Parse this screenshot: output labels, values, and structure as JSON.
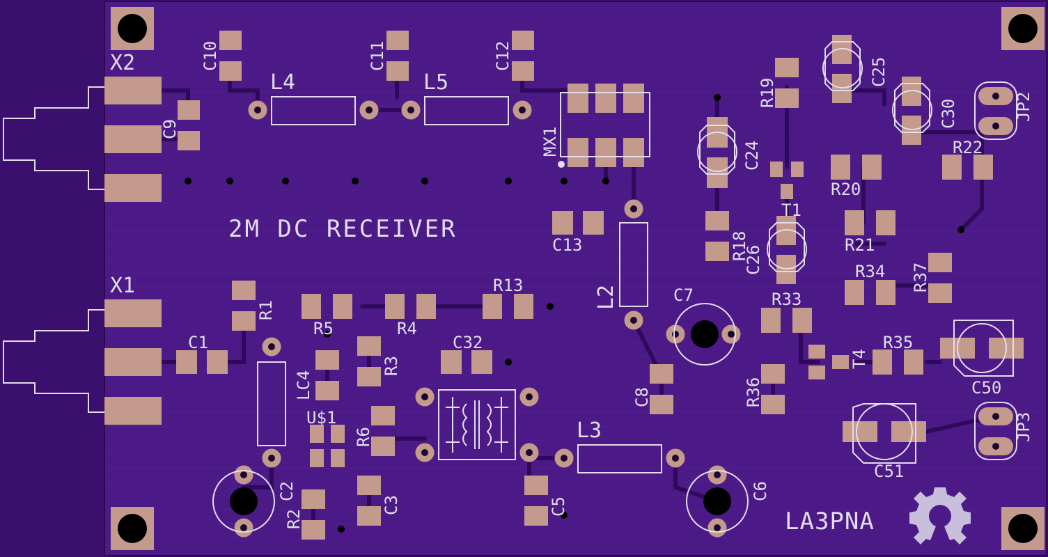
{
  "colors": {
    "background": "#3a0f6e",
    "board": "#4b1a86",
    "trace": "#5a2597",
    "pad": "#c49a8c",
    "silk": "#e2ddec",
    "drill": "#000000"
  },
  "title": "2M DC RECEIVER",
  "author": "LA3PNA",
  "logo_icon": "open-hardware-gear-icon",
  "labels": {
    "X2": "X2",
    "X1": "X1",
    "C10": "C10",
    "C11": "C11",
    "C12": "C12",
    "L4": "L4",
    "L5": "L5",
    "C9": "C9",
    "MX1": "MX1",
    "R19": "R19",
    "C25": "C25",
    "C30": "C30",
    "JP2": "JP2",
    "C24": "C24",
    "R22": "R22",
    "R20": "R20",
    "T1": "T1",
    "C13": "C13",
    "R18": "R18",
    "C26": "C26",
    "R21": "R21",
    "R37": "R37",
    "L2": "L2",
    "R34": "R34",
    "R1": "R1",
    "R13": "R13",
    "C7": "C7",
    "R33": "R33",
    "R5": "R5",
    "R4": "R4",
    "C1": "C1",
    "C32": "C32",
    "R3": "R3",
    "T4": "T4",
    "R35": "R35",
    "LC4": "LC4",
    "C8": "C8",
    "R36": "R36",
    "C50": "C50",
    "U1": "U$1",
    "R6": "R6",
    "L3": "L3",
    "JP3": "JP3",
    "C51": "C51",
    "C2": "C2",
    "C3": "C3",
    "R2": "R2",
    "C5": "C5",
    "C6": "C6"
  }
}
